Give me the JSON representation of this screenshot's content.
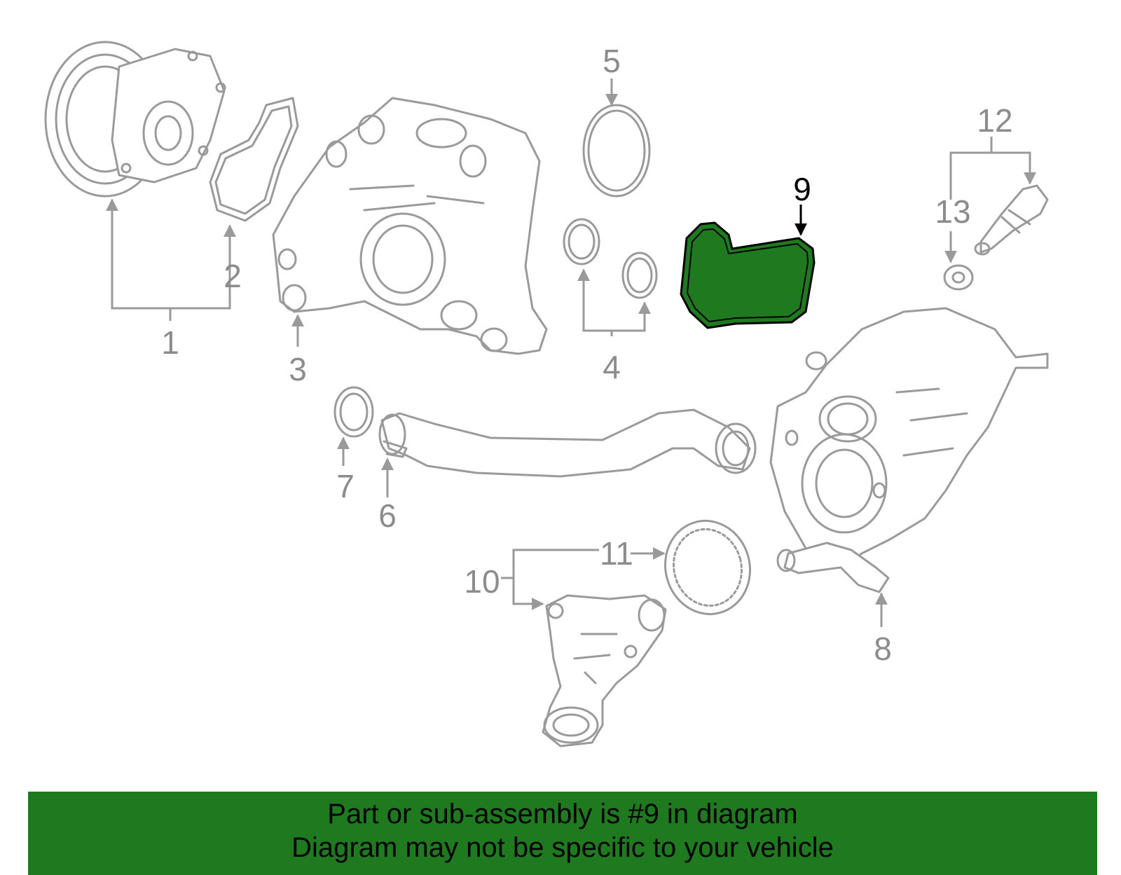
{
  "callouts": {
    "c1": "1",
    "c2": "2",
    "c3": "3",
    "c4": "4",
    "c5": "5",
    "c6": "6",
    "c7": "7",
    "c8": "8",
    "c9": "9",
    "c10": "10",
    "c11": "11",
    "c12": "12",
    "c13": "13"
  },
  "highlight": {
    "part_number": "9",
    "color": "#1f7a1f"
  },
  "banner": {
    "line1": "Part or sub-assembly is #9 in diagram",
    "line2": "Diagram may not be specific to your vehicle"
  }
}
